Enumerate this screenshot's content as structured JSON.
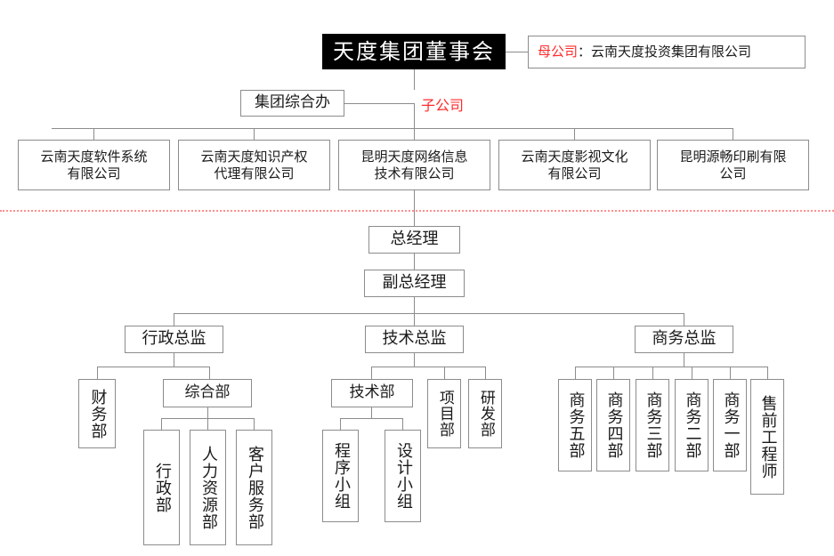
{
  "meta": {
    "colors": {
      "box_border": "#8c8c8c",
      "connector": "#8c8c8c",
      "title_bg": "#000000",
      "title_fg": "#ffffff",
      "accent_red": "#ff2b2b",
      "divider": "#ff8e8e",
      "background": "#ffffff"
    }
  },
  "title": {
    "label": "天度集团董事会"
  },
  "parent_note": {
    "tag": "母公司",
    "value": "：云南天度投资集团有限公司"
  },
  "subsidiary_note": {
    "label": "子公司"
  },
  "group_office": {
    "label": "集团综合办"
  },
  "subsidiaries": [
    {
      "label": "云南天度软件系统\n有限公司"
    },
    {
      "label": "云南天度知识产权\n代理有限公司"
    },
    {
      "label": "昆明天度网络信息\n技术有限公司"
    },
    {
      "label": "云南天度影视文化\n有限公司"
    },
    {
      "label": "昆明源畅印刷有限\n公司"
    }
  ],
  "management": {
    "general_manager": {
      "label": "总经理"
    },
    "deputy_general_manager": {
      "label": "副总经理"
    },
    "directors": [
      {
        "label": "行政总监"
      },
      {
        "label": "技术总监"
      },
      {
        "label": "商务总监"
      }
    ],
    "admin_branch": {
      "finance": {
        "label": "财务部"
      },
      "general_affairs": {
        "label": "综合部"
      },
      "general_affairs_children": [
        {
          "label": "行政部"
        },
        {
          "label": "人力资源部"
        },
        {
          "label": "客户服务部"
        }
      ]
    },
    "tech_branch": {
      "tech_dept": {
        "label": "技术部"
      },
      "tech_dept_children": [
        {
          "label": "程序小组"
        },
        {
          "label": "设计小组"
        }
      ],
      "project_dept": {
        "label": "项目部"
      },
      "rnd_dept": {
        "label": "研发部"
      }
    },
    "business_branch": {
      "units": [
        {
          "label": "商务五部"
        },
        {
          "label": "商务四部"
        },
        {
          "label": "商务三部"
        },
        {
          "label": "商务二部"
        },
        {
          "label": "商务一部"
        },
        {
          "label": "售前工程师"
        }
      ]
    }
  }
}
